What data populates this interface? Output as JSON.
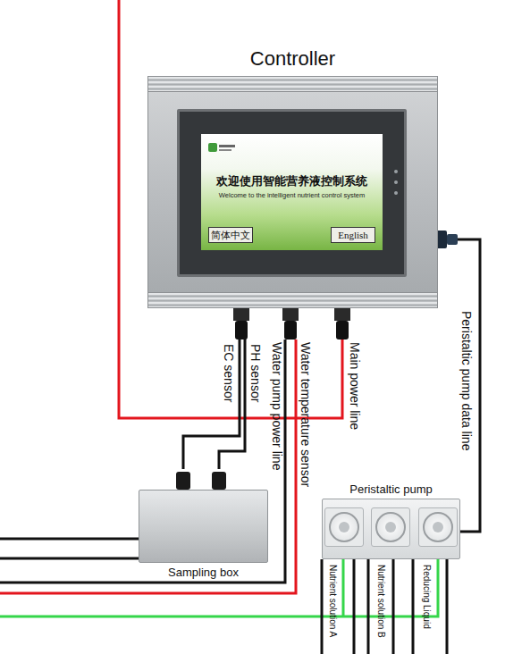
{
  "diagram": {
    "nodes": [
      {
        "text": [
          "Controller"
        ]
      },
      {
        "text": [
          "欢迎使用智能营养液控制系统",
          "Welcome to the intelligent nutrient control system"
        ],
        "in": 0
      },
      {
        "text": [
          "简体中文"
        ],
        "in": 1
      },
      {
        "text": [
          "English"
        ],
        "in": 1
      },
      {
        "text": [
          "Sampling box"
        ]
      },
      {
        "text": [
          "Peristaltic pump"
        ]
      }
    ],
    "edges": [
      {
        "from": 0,
        "to": 4,
        "arrow": "none",
        "label": "EC sensor"
      },
      {
        "from": 0,
        "to": 4,
        "arrow": "none",
        "label": "PH sensor"
      },
      {
        "from": 0,
        "to": 5,
        "arrow": "none",
        "label": "Peristaltic pump data line"
      }
    ],
    "labels": [
      "Water pump power line",
      "Water temperature sensor",
      "Main power line",
      "Nutrient solution A",
      "Nutrient solution B",
      "Reducing Liquid"
    ]
  }
}
